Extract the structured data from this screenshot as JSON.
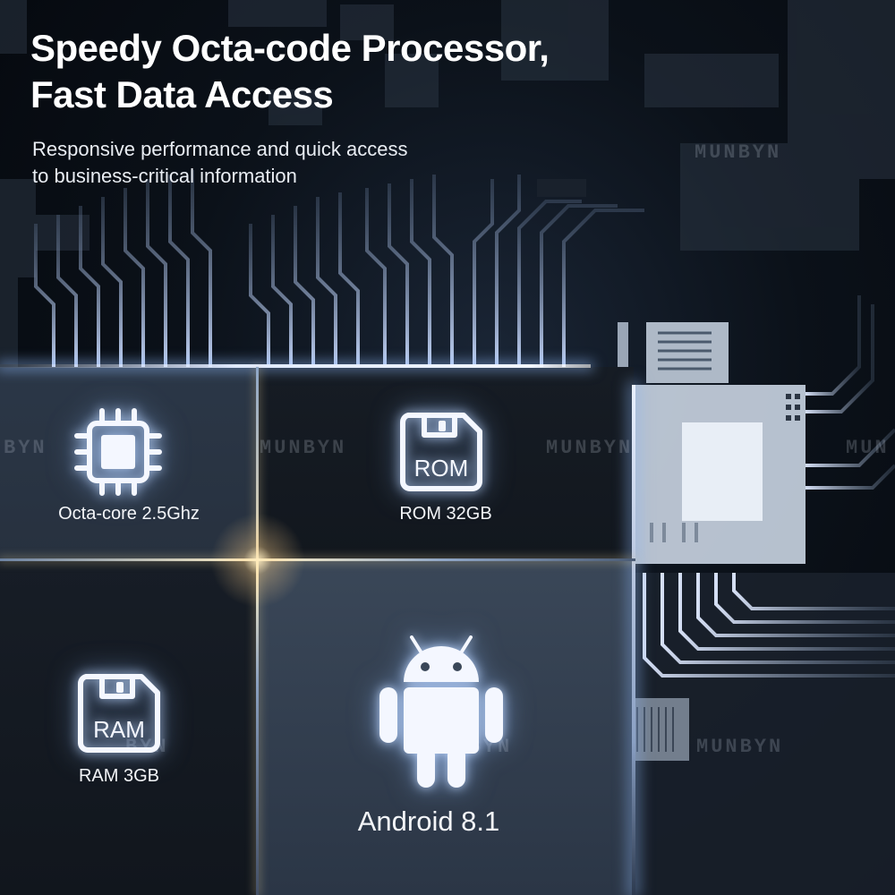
{
  "headline": {
    "line1": "Speedy Octa-code Processor,",
    "line2": "Fast Data Access"
  },
  "subheadline": {
    "line1": "Responsive performance and quick access",
    "line2": "to business-critical information"
  },
  "features": [
    {
      "label": "Octa-core 2.5Ghz",
      "icon": "cpu-chip-icon"
    },
    {
      "label": "ROM 32GB",
      "icon": "rom-storage-icon",
      "icon_text": "ROM"
    },
    {
      "label": "RAM 3GB",
      "icon": "ram-storage-icon",
      "icon_text": "RAM"
    },
    {
      "label": "Android 8.1",
      "icon": "android-icon"
    }
  ],
  "watermark": "MUNBYN",
  "colors": {
    "background": "#05080f",
    "text": "#ffffff",
    "glow": "#bcd4ff",
    "flare": "#ffe8b8"
  }
}
